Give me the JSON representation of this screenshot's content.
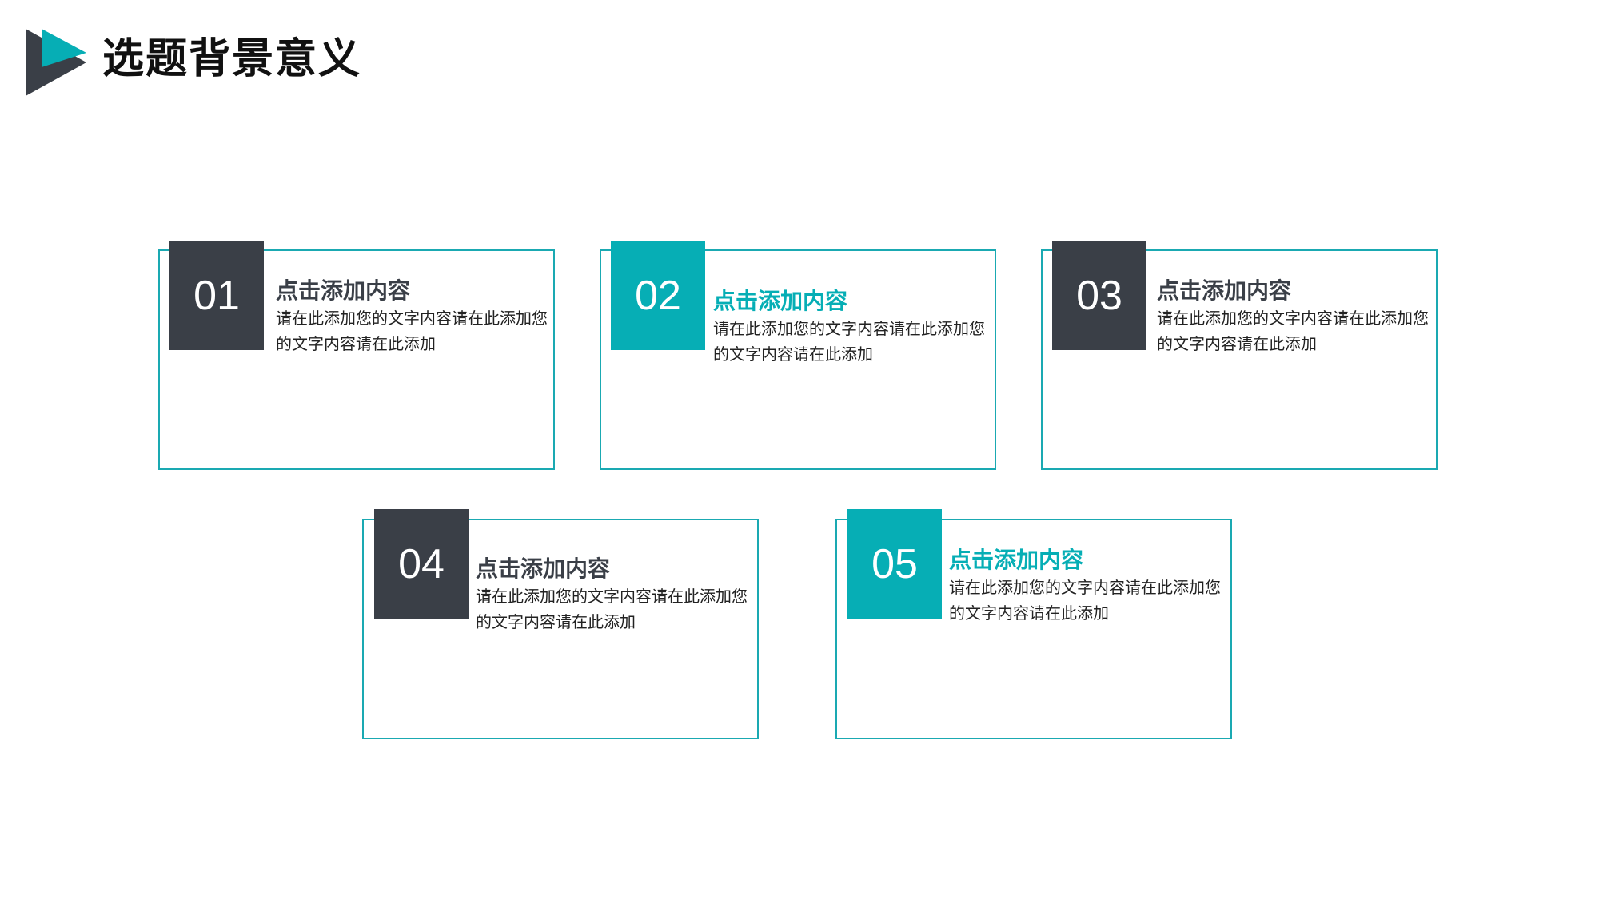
{
  "header": {
    "title": "选题背景意义"
  },
  "colors": {
    "accent": "#06aeb5",
    "dark": "#3a3f47",
    "border": "#1aa9b2"
  },
  "cards": [
    {
      "number": "01",
      "heading": "点击添加内容",
      "body": "请在此添加您的文字内容请在此添加您的文字内容请在此添加",
      "style": "dark"
    },
    {
      "number": "02",
      "heading": "点击添加内容",
      "body": "请在此添加您的文字内容请在此添加您的文字内容请在此添加",
      "style": "teal"
    },
    {
      "number": "03",
      "heading": "点击添加内容",
      "body": "请在此添加您的文字内容请在此添加您的文字内容请在此添加",
      "style": "dark"
    },
    {
      "number": "04",
      "heading": "点击添加内容",
      "body": "请在此添加您的文字内容请在此添加您的文字内容请在此添加",
      "style": "dark"
    },
    {
      "number": "05",
      "heading": "点击添加内容",
      "body": "请在此添加您的文字内容请在此添加您的文字内容请在此添加",
      "style": "teal"
    }
  ]
}
